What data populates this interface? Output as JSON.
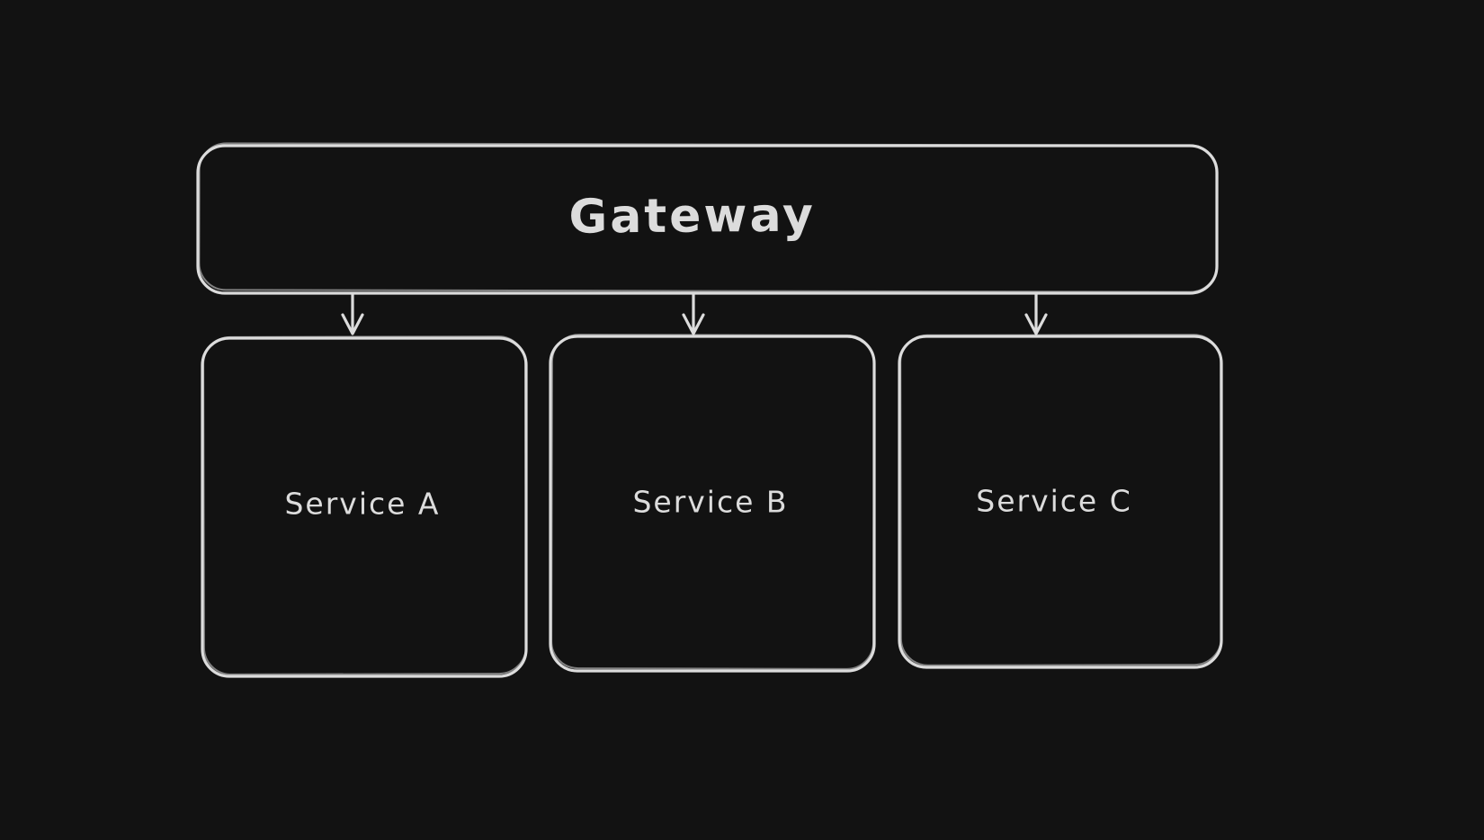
{
  "canvas": {
    "background_color": "#121212",
    "stroke_color": "#dcdcdc",
    "text_color": "#dcdcdc"
  },
  "diagram": {
    "gateway": {
      "label": "Gateway"
    },
    "services": [
      {
        "label": "Service A"
      },
      {
        "label": "Service B"
      },
      {
        "label": "Service C"
      }
    ],
    "edges": [
      {
        "from": "Gateway",
        "to": "Service A",
        "type": "arrow-down"
      },
      {
        "from": "Gateway",
        "to": "Service B",
        "type": "arrow-down"
      },
      {
        "from": "Gateway",
        "to": "Service C",
        "type": "arrow-down"
      }
    ]
  }
}
